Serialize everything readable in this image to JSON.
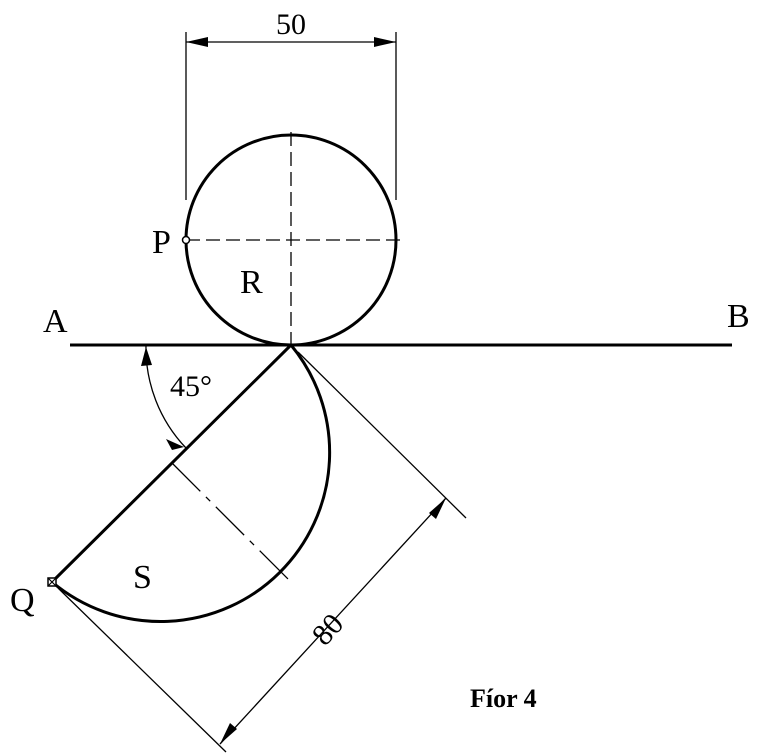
{
  "labels": {
    "point_p": "P",
    "region_r": "R",
    "point_a": "A",
    "point_b": "B",
    "angle": "45°",
    "region_s": "S",
    "point_q": "Q"
  },
  "dimensions": {
    "circle_width": "50",
    "semicircle_diameter": "80"
  },
  "caption": "Fíor 4",
  "colors": {
    "ink": "#000000",
    "paper": "#ffffff"
  }
}
